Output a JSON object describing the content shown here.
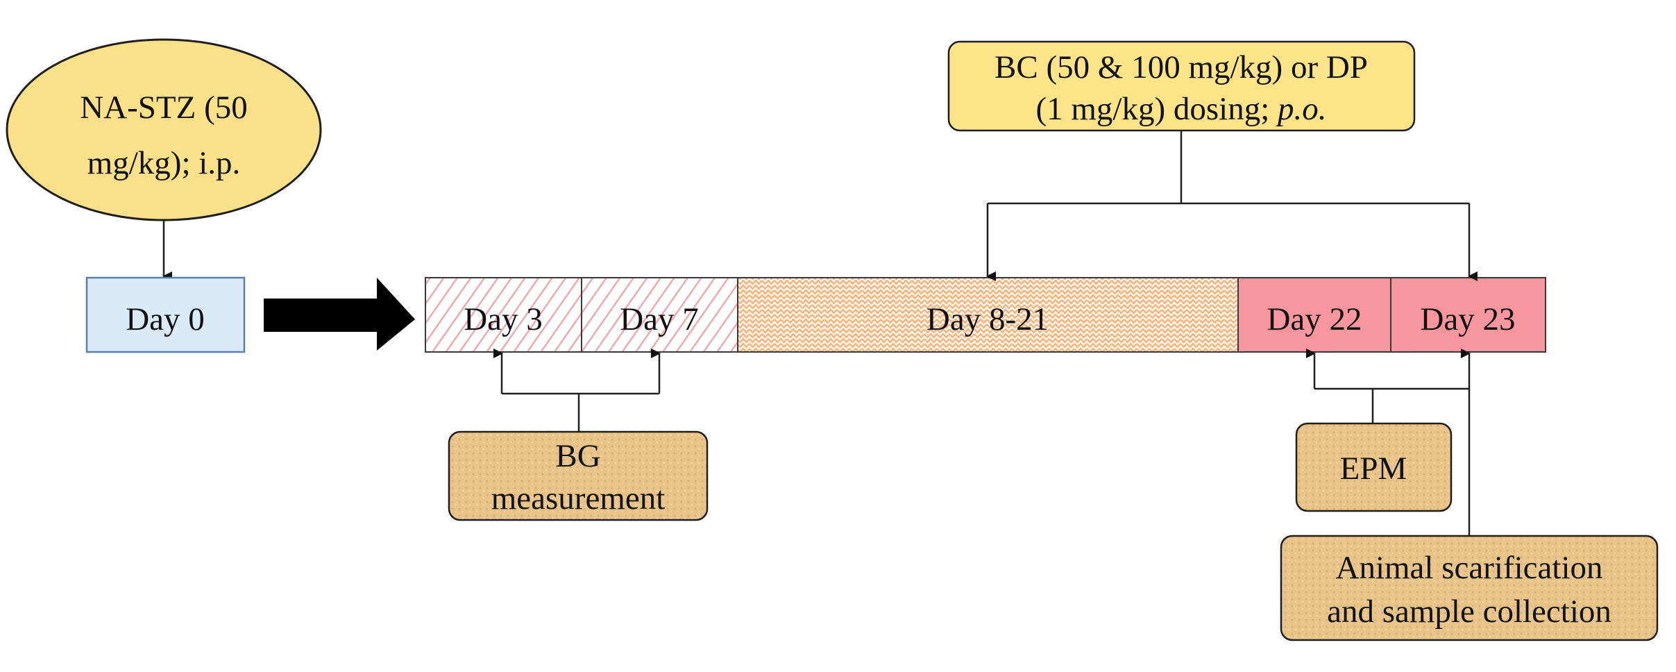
{
  "inject": {
    "line1": "NA-STZ (50",
    "line2": "mg/kg); i.p."
  },
  "day0": "Day 0",
  "timeline": {
    "day3": "Day 3",
    "day7": "Day 7",
    "day8_21": "Day 8-21",
    "day22": "Day 22",
    "day23": "Day 23"
  },
  "dosing": {
    "line1": "BC (50 & 100 mg/kg) or DP",
    "line2_prefix": "(1 mg/kg) dosing; ",
    "line2_route": "p.o."
  },
  "bg": {
    "line1": "BG",
    "line2": "measurement"
  },
  "epm": "EPM",
  "sacrifice": {
    "line1": "Animal scarification",
    "line2": "and sample collection"
  },
  "colors": {
    "ellipse_fill": "#fbe08a",
    "dosing_fill": "#fde489",
    "day0_fill": "#dbeaf7",
    "day0_stroke": "#5a7fa8",
    "hatch_red": "#f0a8ae",
    "zigzag_orange": "#f5b27a",
    "day22_23_fill": "#f7969c",
    "tan_box": "#e8c48a"
  }
}
